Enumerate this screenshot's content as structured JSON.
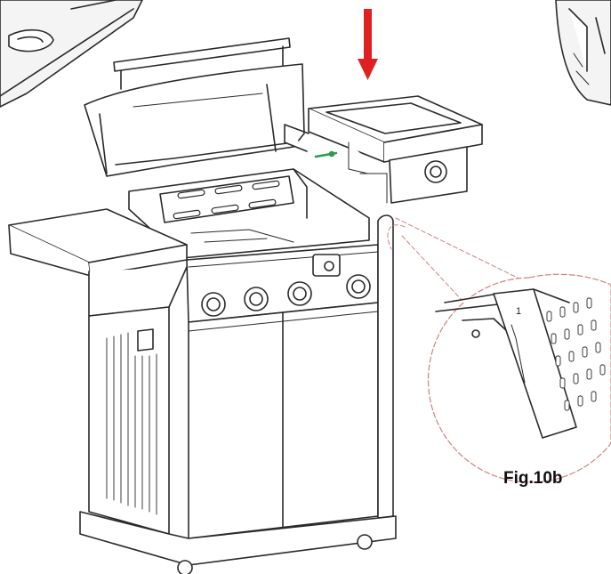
{
  "figure": {
    "label": "Fig.10b",
    "callout_number": "1"
  },
  "colors": {
    "line": "#2a2a2a",
    "arrow": "#e02020",
    "guide": "#d08080",
    "fill": "#ffffff",
    "hardware": "#2f9a4a"
  },
  "icons": {
    "down_arrow": "red-down-arrow-icon",
    "detail_circle": "magnified-detail-circle"
  }
}
